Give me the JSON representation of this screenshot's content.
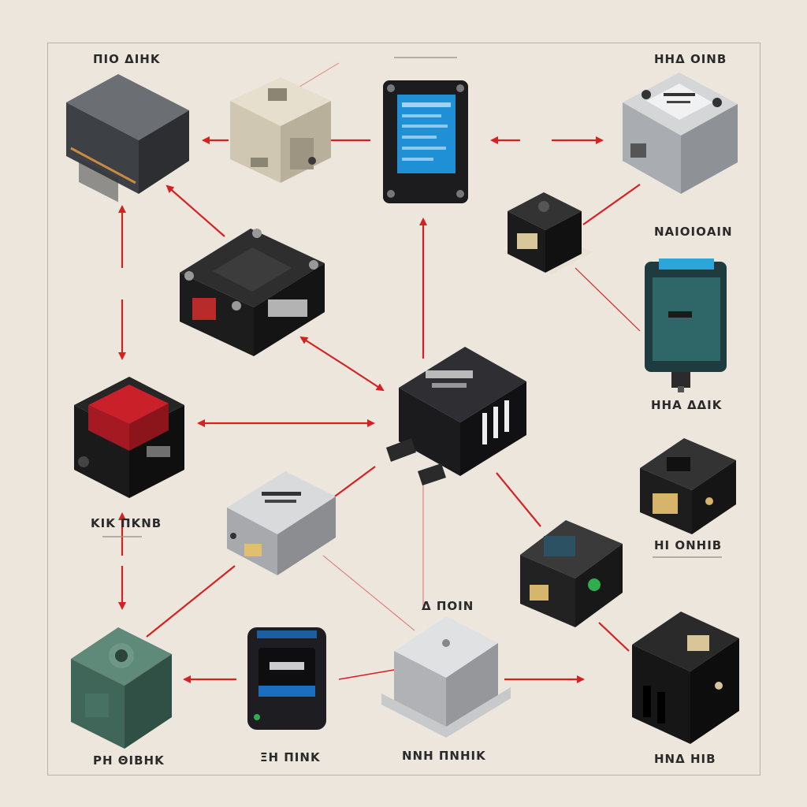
{
  "colors": {
    "background": "#ece6dd",
    "arrow": "#d62121",
    "frame": "#b9b2aa"
  },
  "labels": {
    "top_left": "ΠΙΟ ΔΙΗΚ",
    "top_right": "ΗΗΔ ΟΙΝΒ",
    "mid_right_upper": "ΝΑΙΟΙΟΑΙΝ",
    "mid_right_lower": "ΗΗΑ ΔΔΙΚ",
    "mid_left": "ΚΙΚ ΠΚΝΒ",
    "right_middle": "ΗΙ ΟΝΗΙΒ",
    "center_bottom": "Δ ΠΟΙΝ",
    "bottom_left": "ΡΗ ΘΙΒΗΚ",
    "bottom_center_left": "ΞΗ ΠΙΝΚ",
    "bottom_center": "ΝΝΗ ΠΝΗΙΚ",
    "bottom_right": "ΗΝΔ ΗΙΒ"
  },
  "devices": [
    {
      "name": "dark-grey-module",
      "color": "#4a4d52"
    },
    {
      "name": "beige-relay",
      "color": "#d6cfbd"
    },
    {
      "name": "blue-screen-module",
      "color": "#1f8fd6"
    },
    {
      "name": "silver-relay",
      "color": "#b9bcc0"
    },
    {
      "name": "small-black-relay",
      "color": "#222222"
    },
    {
      "name": "black-socket-relay",
      "color": "#1e1e1e"
    },
    {
      "name": "teal-display-module",
      "color": "#2f6667"
    },
    {
      "name": "red-top-relay",
      "color": "#c9202a"
    },
    {
      "name": "central-black-relay",
      "color": "#1b1b1d"
    },
    {
      "name": "black-relay-gold-pin",
      "color": "#232323"
    },
    {
      "name": "silver-box-relay",
      "color": "#c4c6c9"
    },
    {
      "name": "green-led-relay",
      "color": "#252525"
    },
    {
      "name": "green-cube-module",
      "color": "#3f6658"
    },
    {
      "name": "black-screen-module",
      "color": "#1e1e22"
    },
    {
      "name": "silver-cube-relay",
      "color": "#c8c9cb"
    },
    {
      "name": "black-cube-relay",
      "color": "#141414"
    }
  ]
}
